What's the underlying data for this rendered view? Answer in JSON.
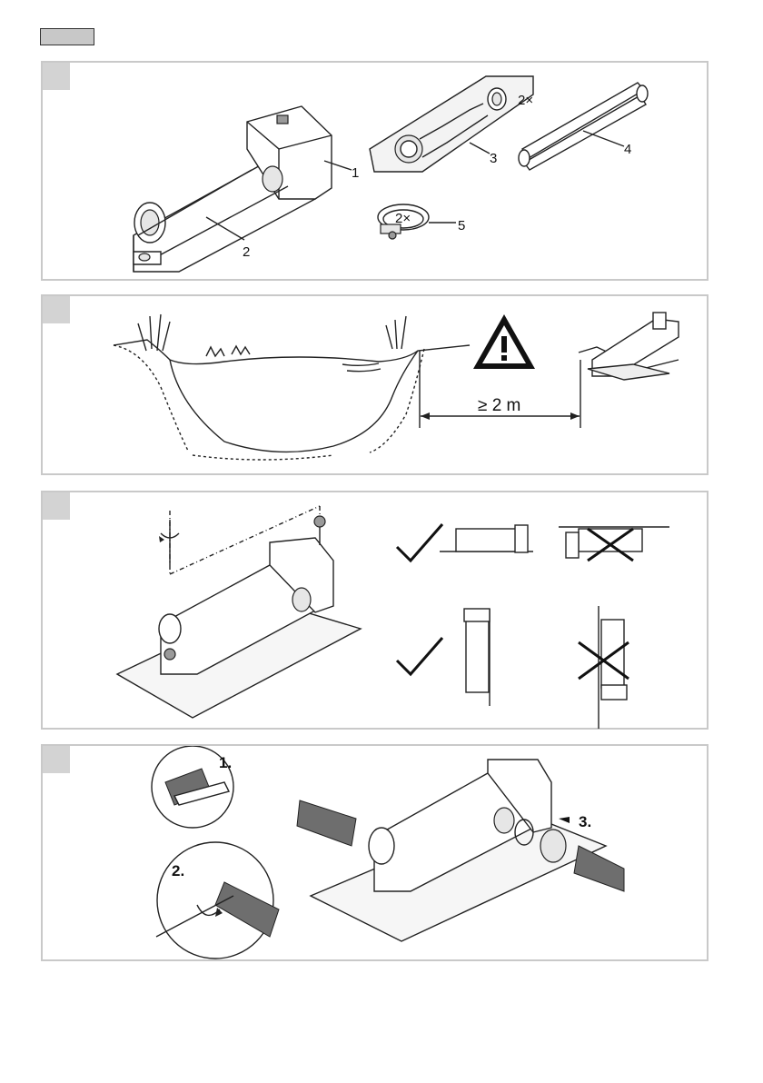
{
  "panels": [
    {
      "id": "parts",
      "part_labels": [
        "1",
        "2",
        "3",
        "4",
        "5"
      ],
      "quantity_labels": [
        "2×",
        "2×"
      ]
    },
    {
      "id": "placement",
      "distance_label": "≥ 2 m"
    },
    {
      "id": "mounting"
    },
    {
      "id": "connection",
      "step_labels": [
        "1.",
        "2.",
        "3."
      ]
    }
  ],
  "colors": {
    "panel_border": "#c9c9c9",
    "corner_tab": "#d3d3d3",
    "header_tab": "#c8c8c8",
    "hose": "#6e6e6e"
  }
}
